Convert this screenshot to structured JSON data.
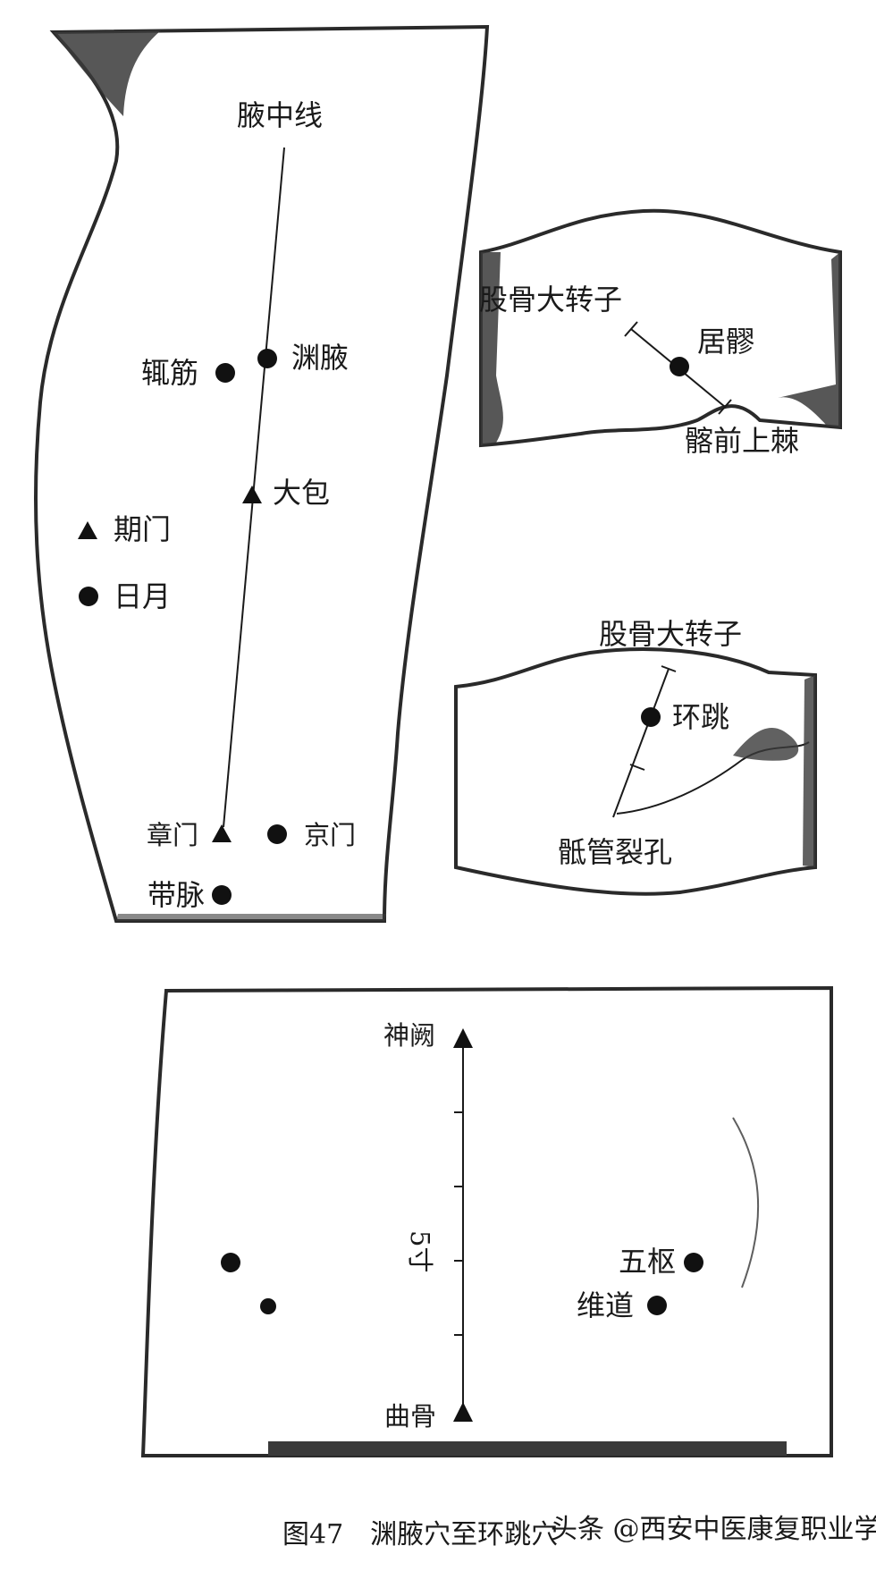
{
  "panel_torso": {
    "line_label": "腋中线",
    "points": {
      "zhejin": "辄筋",
      "yuanye": "渊腋",
      "dabao": "大包",
      "qimen": "期门",
      "riyue": "日月",
      "zhangmen": "章门",
      "jingmen": "京门",
      "daimai": "带脉"
    }
  },
  "panel_juliao": {
    "landmark_top": "股骨大转子",
    "point": "居髎",
    "landmark_bottom": "髂前上棘"
  },
  "panel_huantiao": {
    "landmark_top": "股骨大转子",
    "point": "环跳",
    "landmark_bottom": "骶管裂孔"
  },
  "panel_abdomen": {
    "top_point": "神阙",
    "bottom_point": "曲骨",
    "measure": "5寸",
    "points": {
      "wushu": "五枢",
      "weidao": "维道"
    }
  },
  "caption": {
    "text": "图47　渊腋穴至环跳穴"
  },
  "watermark": {
    "text": "头条 @西安中医康复职业学校"
  }
}
